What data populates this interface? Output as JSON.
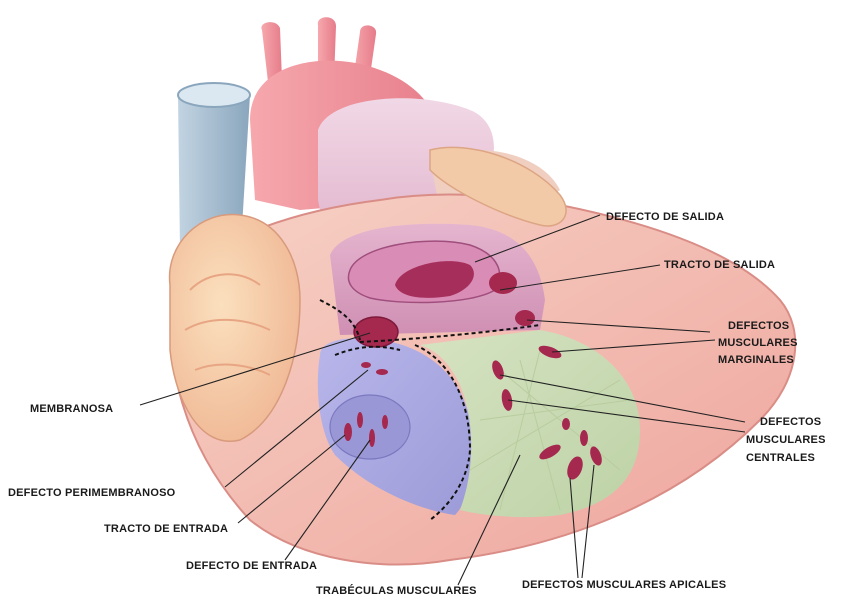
{
  "labels": {
    "defecto_salida": "DEFECTO DE SALIDA",
    "tracto_salida": "TRACTO DE SALIDA",
    "defectos_marginales": [
      "DEFECTOS",
      "MUSCULARES",
      "MARGINALES"
    ],
    "membranosa": "MEMBRANOSA",
    "defectos_centrales": [
      "DEFECTOS",
      "MUSCULARES",
      "CENTRALES"
    ],
    "defecto_perimembranoso": "DEFECTO PERIMEMBRANOSO",
    "tracto_entrada": "TRACTO DE ENTRADA",
    "defecto_entrada": "DEFECTO DE ENTRADA",
    "trabeculas": "TRABÉCULAS MUSCULARES",
    "defectos_apicales": "DEFECTOS MUSCULARES APICALES"
  },
  "colors": {
    "outline": "#1a1a1a",
    "myocardium": "#f3b9b0",
    "aorta": "#ee8f97",
    "vena_cava": "#9fb8cc",
    "pulmonary": "#e9c8d8",
    "inlet": "#a9a8e0",
    "trabecular": "#c9d9b5",
    "outlet": "#d9a0bf",
    "defect": "#a5284f"
  }
}
